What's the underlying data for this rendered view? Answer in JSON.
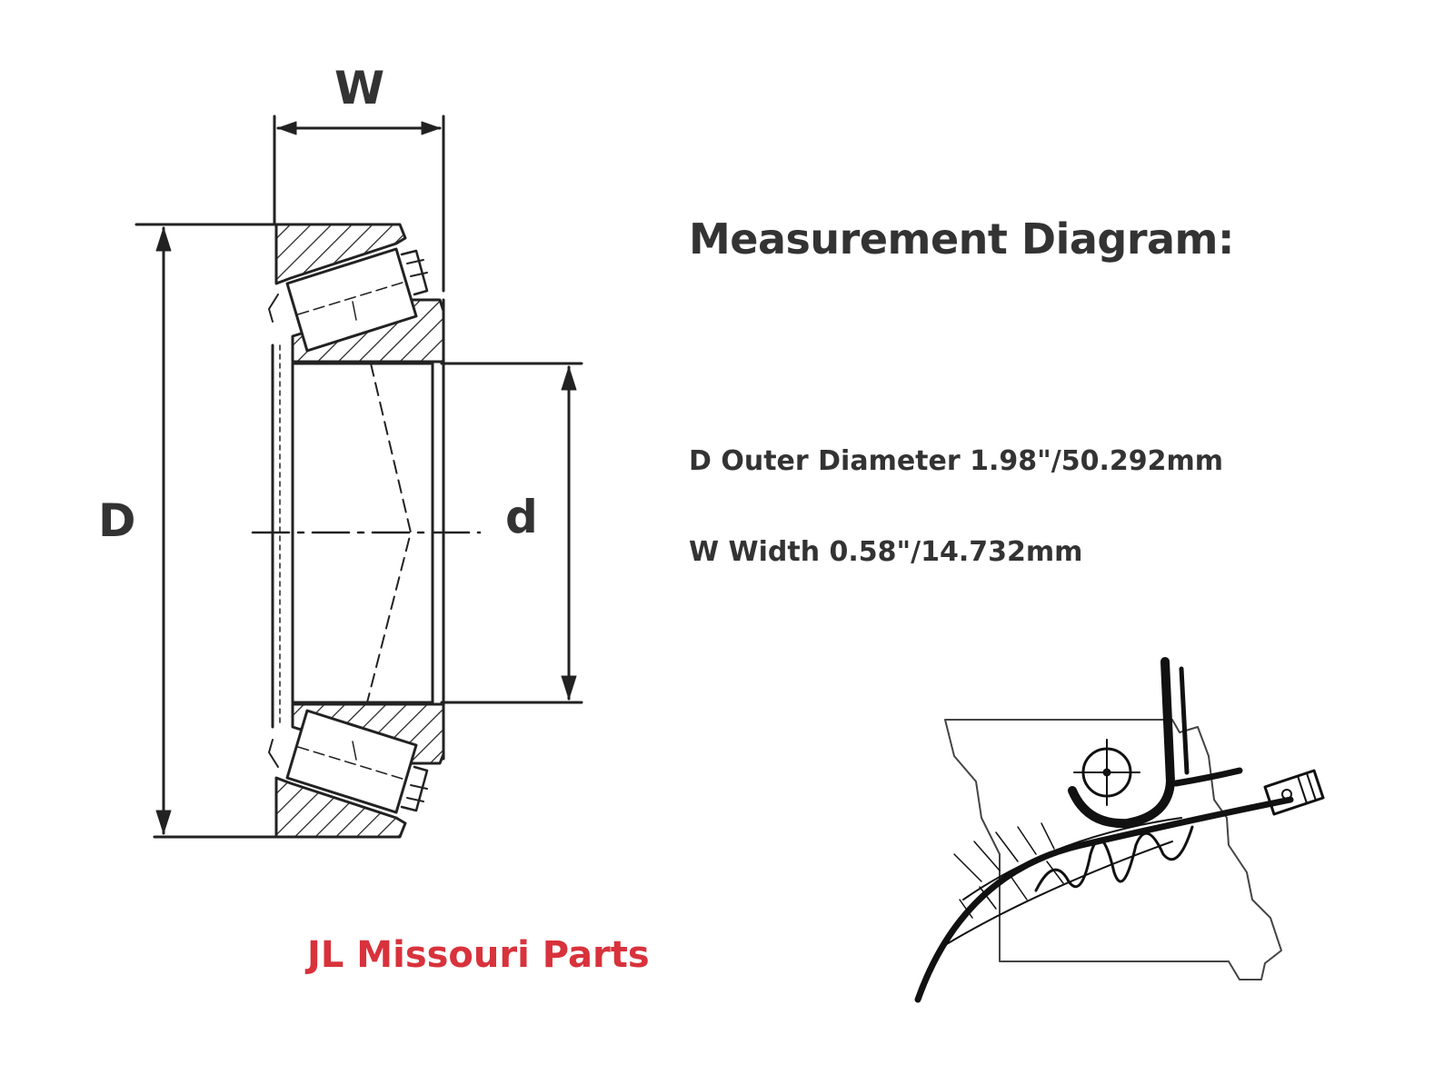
{
  "labels": {
    "width": "W",
    "outer_diameter": "D",
    "inner_diameter": "d"
  },
  "title": "Measurement Diagram:",
  "specs": [
    "D Outer Diameter 1.98\"/50.292mm",
    "W Width 0.58\"/14.732mm"
  ],
  "brand": {
    "name": "JL Missouri Parts",
    "color": "#d8323c"
  },
  "logo": {
    "text": "JL",
    "icon": "missouri-map-feather-logo"
  }
}
